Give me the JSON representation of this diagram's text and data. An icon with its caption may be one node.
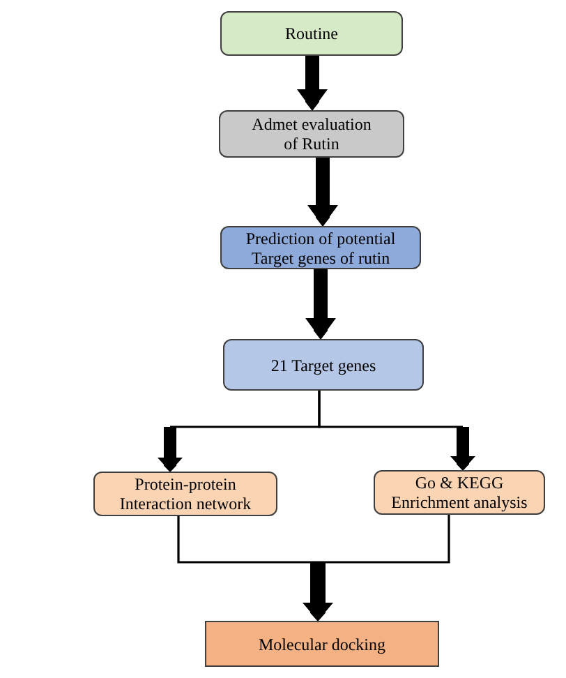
{
  "diagram": {
    "nodes": [
      {
        "text": [
          "Routine"
        ]
      },
      {
        "text": [
          "Admet evaluation of Rutin"
        ]
      },
      {
        "text": [
          "Prediction of potential Target genes of rutin"
        ]
      },
      {
        "text": [
          "21 Target genes"
        ]
      },
      {
        "text": [
          "Protein-protein Interaction network"
        ]
      },
      {
        "text": [
          "Go & KEGG Enrichment analysis"
        ]
      },
      {
        "text": [
          "Molecular docking"
        ]
      }
    ],
    "edges": [
      {
        "from": 0,
        "to": 1,
        "arrow": "to",
        "style": "thick"
      },
      {
        "from": 1,
        "to": 2,
        "arrow": "to",
        "style": "thick"
      },
      {
        "from": 2,
        "to": 3,
        "arrow": "to",
        "style": "thick"
      },
      {
        "from": 3,
        "to": 4,
        "arrow": "to"
      },
      {
        "from": 3,
        "to": 5,
        "arrow": "to"
      },
      {
        "from": 4,
        "to": 6,
        "arrow": "to"
      },
      {
        "from": 5,
        "to": 6,
        "arrow": "to"
      }
    ]
  }
}
